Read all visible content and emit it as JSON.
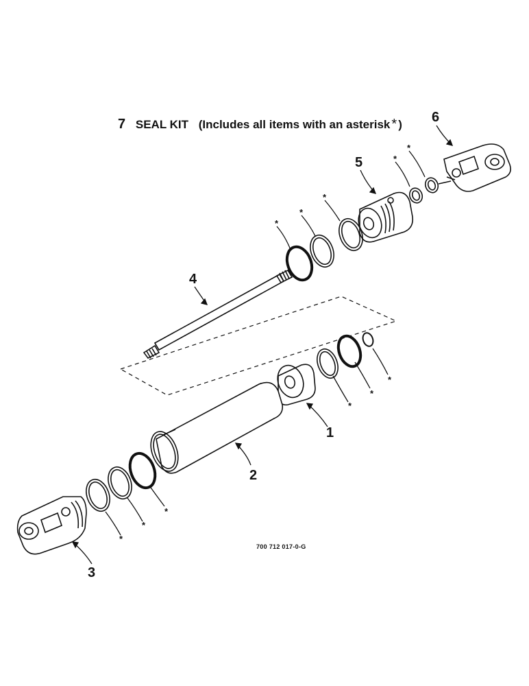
{
  "title": {
    "kit_number": "7",
    "kit_label": "SEAL KIT",
    "note": "(Includes all items with an asterisk",
    "note_symbol": "*",
    "note_close": ")"
  },
  "callouts": {
    "c1": "1",
    "c2": "2",
    "c3": "3",
    "c4": "4",
    "c5": "5",
    "c6": "6"
  },
  "asterisk": "*",
  "drawing_number": "700 712 017-0-G"
}
